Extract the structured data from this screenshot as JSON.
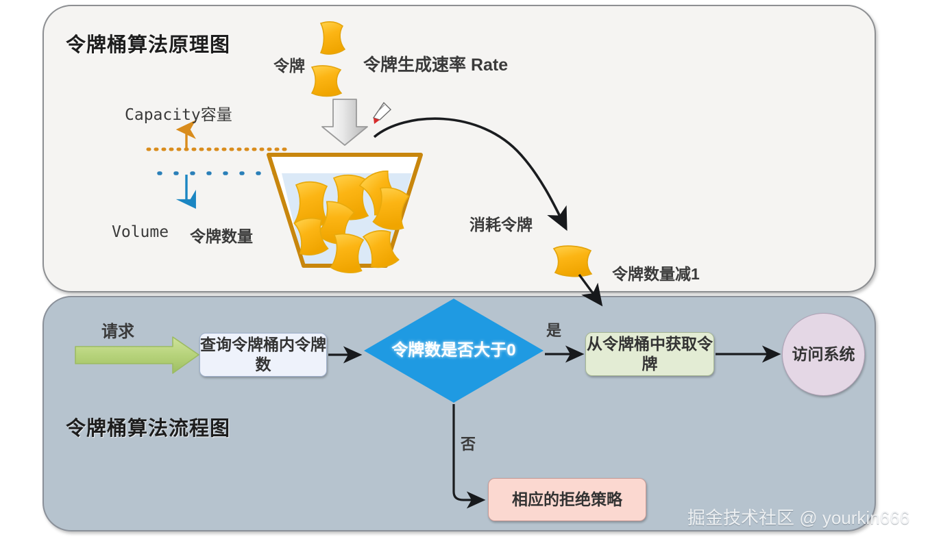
{
  "top_panel": {
    "title": "令牌桶算法原理图",
    "labels": {
      "token": "令牌",
      "rate": "令牌生成速率 Rate",
      "capacity": "Capacity容量",
      "volume_en": "Volume",
      "volume_cn": "令牌数量",
      "consume": "消耗令牌",
      "minus_one": "令牌数量减1"
    },
    "icons": {
      "falling_token_1": "token-card-icon",
      "falling_token_2": "token-card-icon",
      "fill_arrow": "down-arrow-icon",
      "pen_cursor": "pen-cursor-icon",
      "bucket": "bucket-icon",
      "consumed_token": "token-card-icon"
    },
    "bucket": {
      "tokens_inside": 9
    }
  },
  "bottom_panel": {
    "title": "令牌桶算法流程图",
    "request_label": "请求",
    "branch_yes": "是",
    "branch_no": "否",
    "nodes": {
      "query": "查询令牌桶内令牌数",
      "decision": "令牌数是否大于0",
      "get_token": "从令牌桶中获取令牌",
      "access_system": "访问系统",
      "reject": "相应的拒绝策略"
    },
    "icons": {
      "request_arrow": "right-arrow-icon"
    }
  },
  "watermark": "掘金技术社区 @ yourkin666",
  "colors": {
    "panel_top_bg": "#f5f4f2",
    "panel_bottom_bg": "#b6c3ce",
    "token_gold": "#f7b518",
    "bucket_outline": "#c8860d",
    "water_blue": "#d9e8f7",
    "capacity_orange": "#d98c1c",
    "volume_blue": "#1b86c2",
    "decision_blue": "#1f9ae2",
    "query_box": "#eef2fb",
    "get_box": "#e3ecd4",
    "access_circle": "#e4d7e5",
    "reject_box": "#fbd8d0",
    "request_arrow_green": "#b9d47f"
  }
}
